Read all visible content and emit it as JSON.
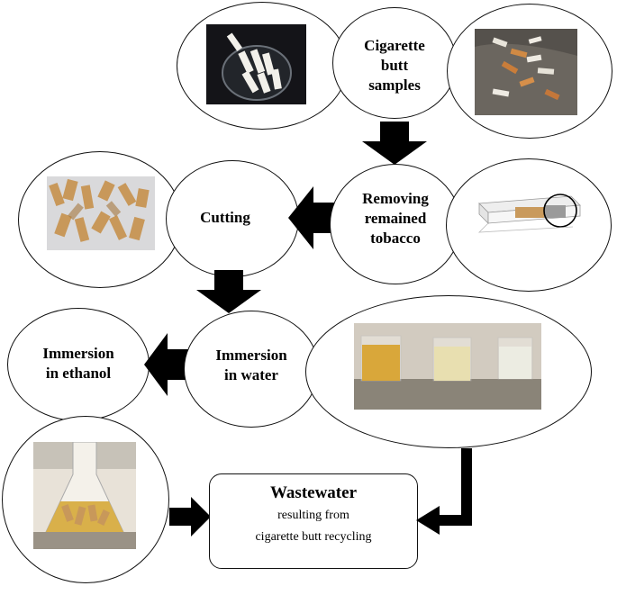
{
  "nodes": {
    "samples": [
      "Cigarette",
      "butt",
      "samples"
    ],
    "removing": [
      "Removing",
      "remained",
      "tobacco"
    ],
    "cutting": [
      "Cutting"
    ],
    "immersion_water": [
      "Immersion",
      "in water"
    ],
    "immersion_ethanol": [
      "Immersion",
      "in ethanol"
    ]
  },
  "wastewater": {
    "title": "Wastewater",
    "line1": "resulting from",
    "line2": "cigarette butt recycling"
  },
  "photos": {
    "petri_dish": "petri-dish-with-butts",
    "ground_butts": "butts-on-ground",
    "filter_diagram": "cigarette-filter-diagram",
    "cut_pieces": "cut-filter-pieces",
    "beakers": "three-beakers",
    "flask": "erlenmeyer-flask"
  },
  "colors": {
    "outline": "#111111",
    "arrow": "#000000",
    "filter_tan": "#c89a5a",
    "liquid_amber": "#d9a73a"
  }
}
